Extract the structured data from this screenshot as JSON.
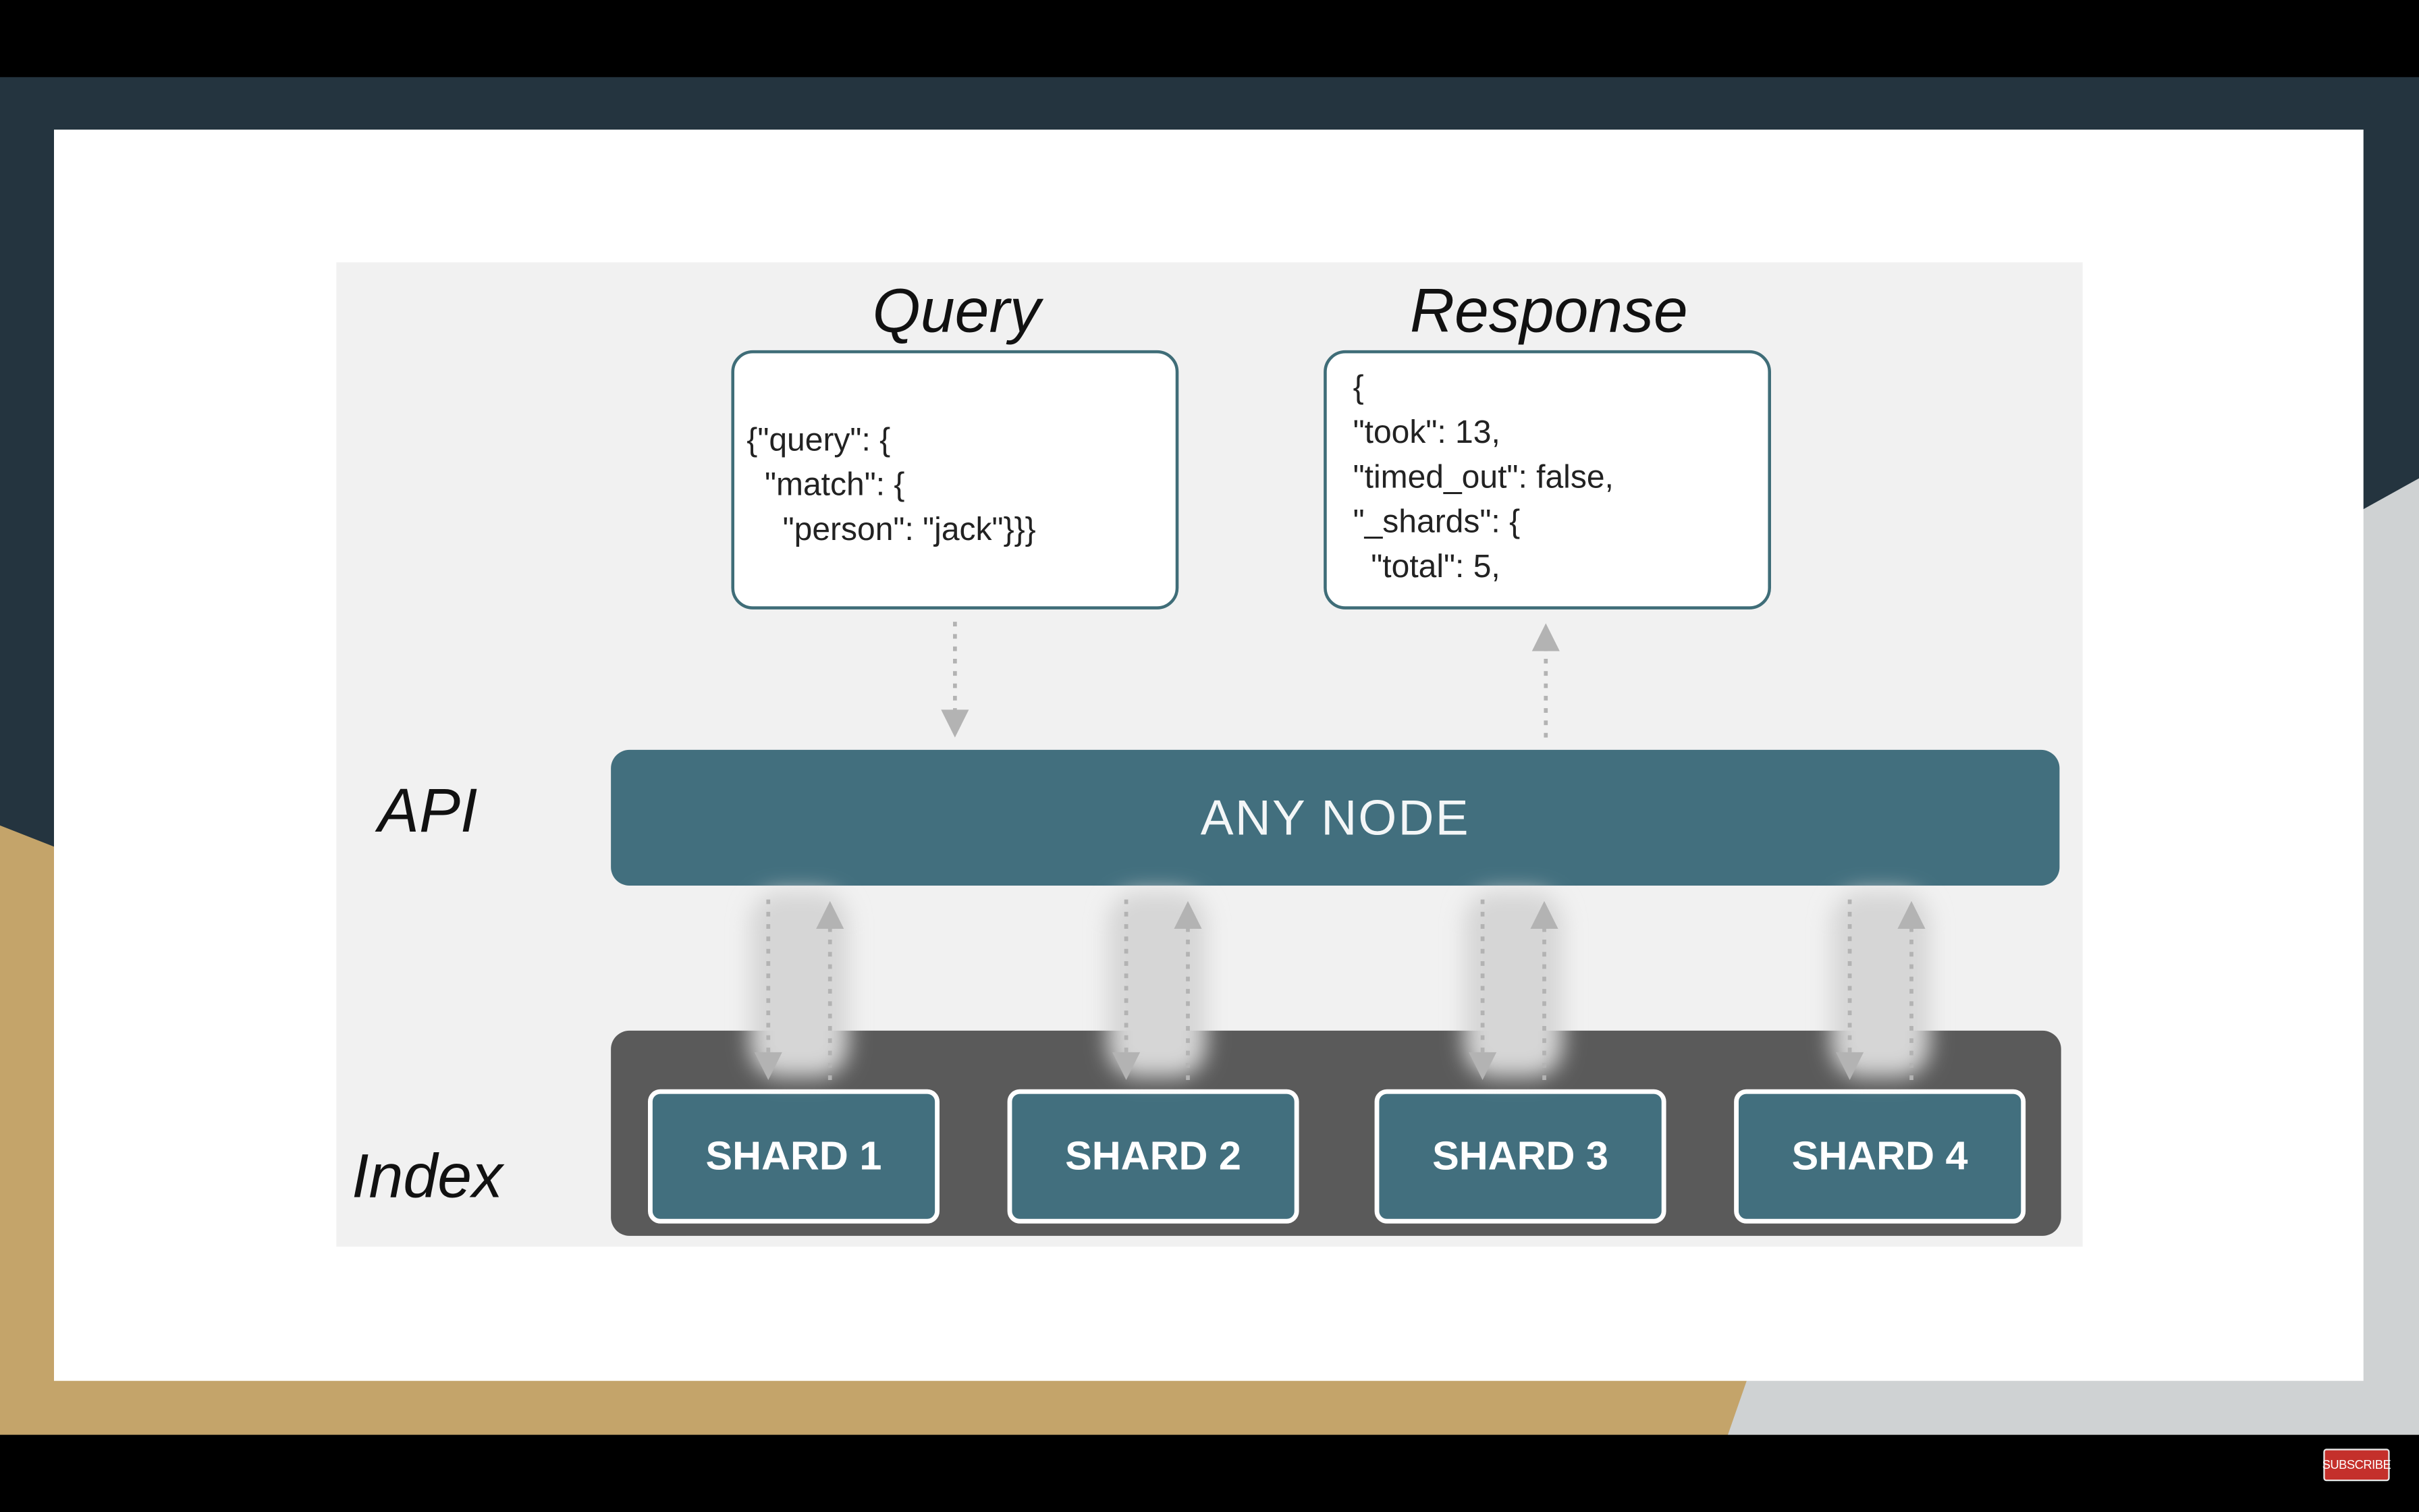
{
  "diagram": {
    "query_heading": "Query",
    "response_heading": "Response",
    "query_code": "{\"query\": {\n  \"match\": {\n    \"person\": \"jack\"}}}",
    "response_code": "{\n\"took\": 13,\n\"timed_out\": false,\n\"_shards\": {\n  \"total\": 5,",
    "api_label": "API",
    "index_label": "Index",
    "node_label": "ANY NODE",
    "shards": [
      "SHARD 1",
      "SHARD 2",
      "SHARD 3",
      "SHARD 4"
    ]
  },
  "player": {
    "subscribe_label": "SUBSCRIBE"
  },
  "colors": {
    "node": "#426f7e",
    "box_border": "#3f6d78",
    "index": "#5a5a5a",
    "arrow": "#b3b3b3",
    "subscribe": "#c4302b"
  }
}
